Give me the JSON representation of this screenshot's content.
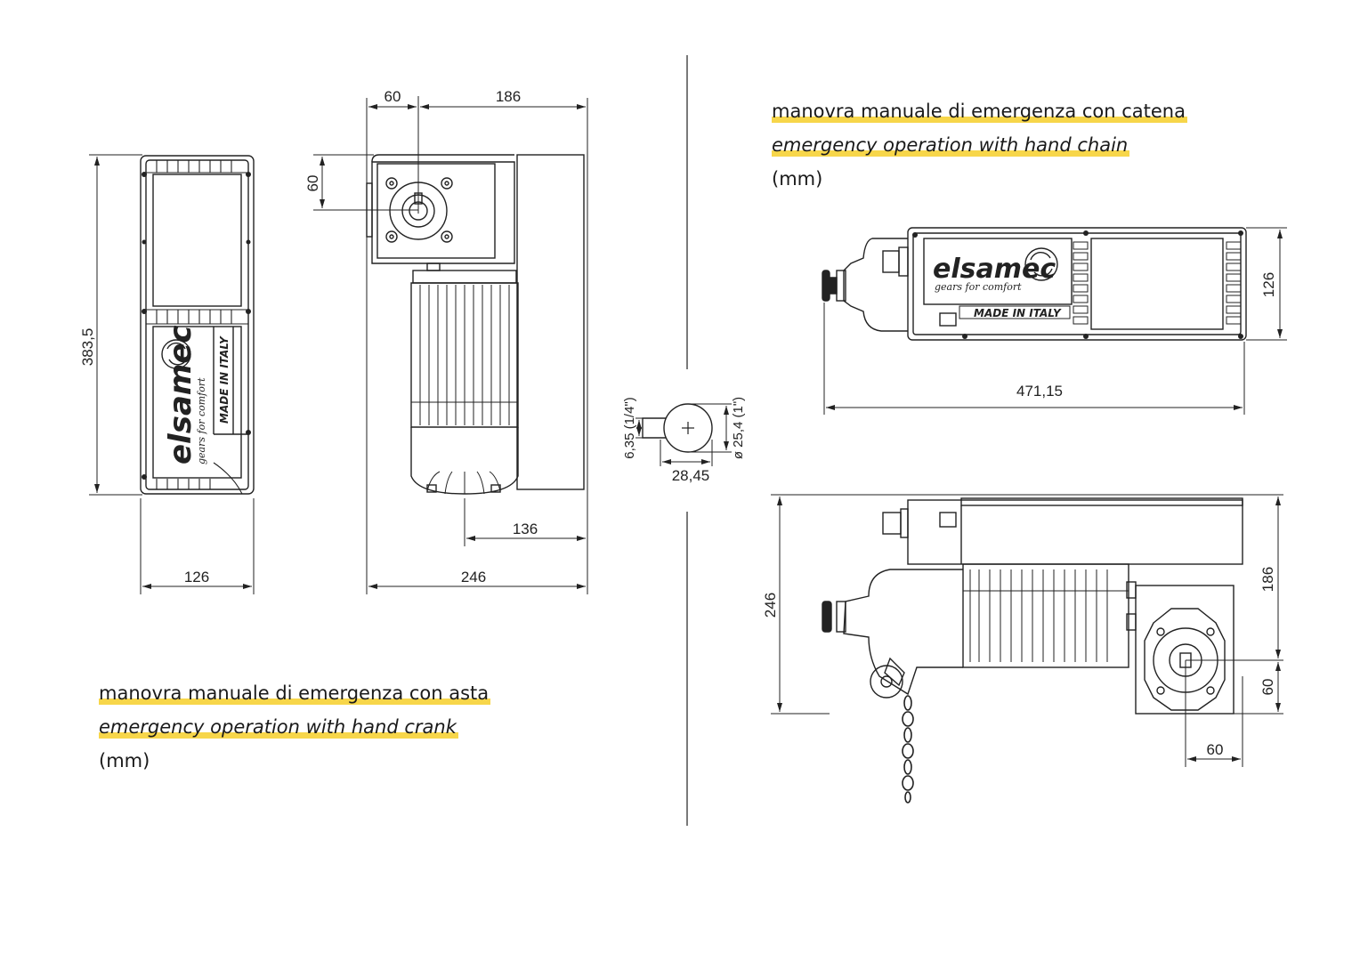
{
  "captions": {
    "crank": {
      "italian": "manovra manuale di emergenza con asta",
      "english": "emergency operation with hand crank",
      "unit": "(mm)"
    },
    "chain": {
      "italian": "manovra manuale di emergenza con catena",
      "english": "emergency operation with hand chain",
      "unit": "(mm)"
    }
  },
  "brand": {
    "name": "elsamec",
    "tagline": "gears for comfort",
    "made_in": "MADE IN ITALY"
  },
  "dimensions": {
    "front_height": "383,5",
    "front_width": "126",
    "side_top_left": "60",
    "side_top_right": "186",
    "side_left_60": "60",
    "side_136": "136",
    "side_246": "246",
    "shaft_keyway": "6,35 (1/4\")",
    "shaft_diameter": "ø 25,4 (1\")",
    "shaft_width": "28,45",
    "chain_top_height": "126",
    "chain_top_length": "471,15",
    "chain_bottom_height": "246",
    "chain_bottom_186": "186",
    "chain_bottom_60v": "60",
    "chain_bottom_60h": "60"
  },
  "colors": {
    "line": "#222222",
    "highlight": "#f7d64a"
  }
}
